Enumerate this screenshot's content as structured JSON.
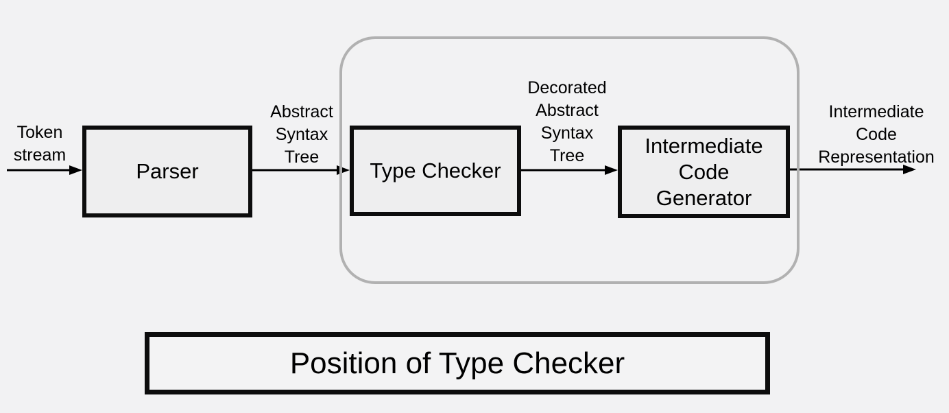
{
  "colors": {
    "background": "#f2f2f3",
    "box_fill": "#eeeeef",
    "box_border": "#0d0d0d",
    "group_border": "#b1b1b1",
    "arrow": "#000000",
    "text": "#000000"
  },
  "nodes": {
    "parser": {
      "label": "Parser"
    },
    "type_checker": {
      "label": "Type Checker"
    },
    "intermediate_code_generator": {
      "lines": [
        "Intermediate",
        "Code",
        "Generator"
      ]
    }
  },
  "edge_labels": {
    "token_stream": {
      "lines": [
        "Token",
        "stream"
      ]
    },
    "abstract_syntax_tree": {
      "lines": [
        "Abstract",
        "Syntax",
        "Tree"
      ]
    },
    "decorated_abstract_syntax_tree": {
      "lines": [
        "Decorated",
        "Abstract",
        "Syntax",
        "Tree"
      ]
    },
    "intermediate_code_representation": {
      "lines": [
        "Intermediate",
        "Code",
        "Representation"
      ]
    }
  },
  "caption": {
    "label": "Position of Type Checker"
  }
}
